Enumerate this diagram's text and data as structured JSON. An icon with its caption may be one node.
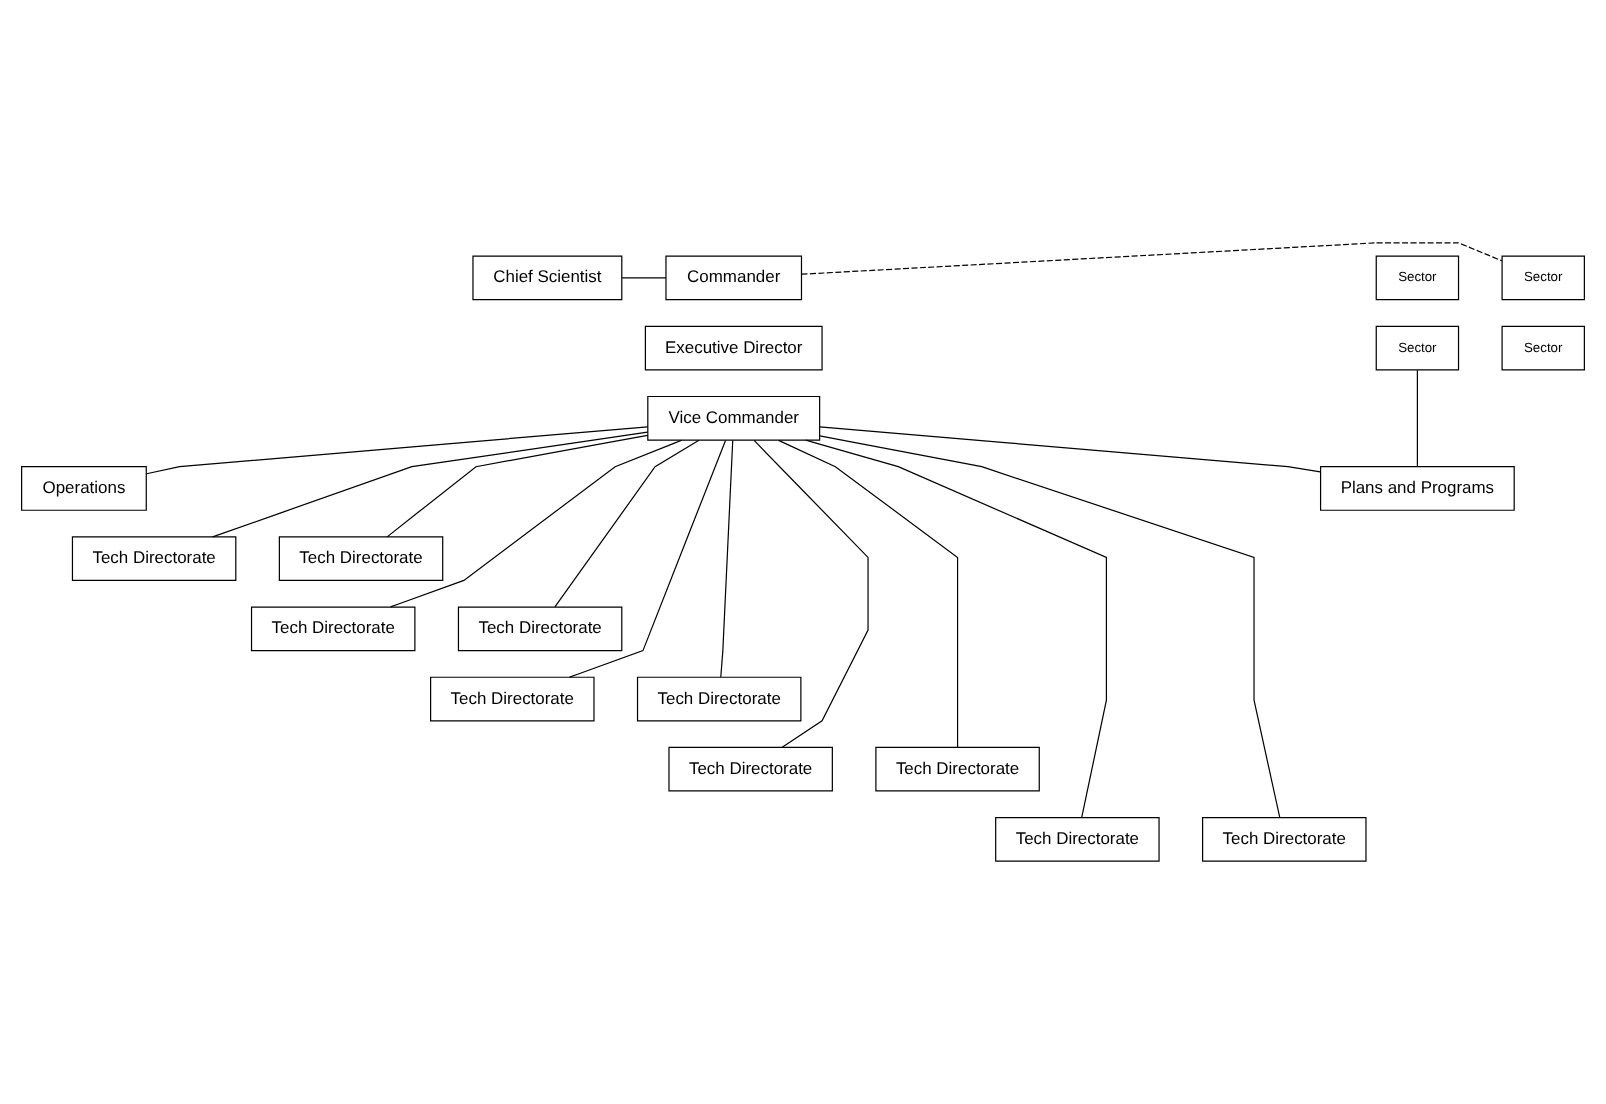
{
  "diagram": {
    "nodes": [
      {
        "text": [
          "Chief Scientist"
        ]
      },
      {
        "text": [
          "Commander"
        ]
      },
      {
        "text": [
          "Executive Director"
        ]
      },
      {
        "text": [
          "Vice Commander"
        ]
      },
      {
        "text": [
          "Sector"
        ]
      },
      {
        "text": [
          "Sector"
        ]
      },
      {
        "text": [
          "Sector"
        ]
      },
      {
        "text": [
          "Sector"
        ]
      },
      {
        "text": [
          "Operations"
        ]
      },
      {
        "text": [
          "Plans and Programs"
        ]
      },
      {
        "text": [
          "Tech Directorate"
        ]
      },
      {
        "text": [
          "Tech Directorate"
        ]
      },
      {
        "text": [
          "Tech Directorate"
        ]
      },
      {
        "text": [
          "Tech Directorate"
        ]
      },
      {
        "text": [
          "Tech Directorate"
        ]
      },
      {
        "text": [
          "Tech Directorate"
        ]
      },
      {
        "text": [
          "Tech Directorate"
        ]
      },
      {
        "text": [
          "Tech Directorate"
        ]
      },
      {
        "text": [
          "Tech Directorate"
        ]
      },
      {
        "text": [
          "Tech Directorate"
        ]
      }
    ],
    "edges": [
      {
        "from": 0,
        "to": 1,
        "arrow": "none"
      },
      {
        "from": 1,
        "to": 4,
        "arrow": "none",
        "style": "dashed"
      },
      {
        "from": 7,
        "to": 9,
        "arrow": "none"
      },
      {
        "from": 3,
        "to": 8,
        "arrow": "none"
      },
      {
        "from": 3,
        "to": 9,
        "arrow": "none"
      },
      {
        "from": 3,
        "to": 10,
        "arrow": "none"
      },
      {
        "from": 3,
        "to": 11,
        "arrow": "none"
      },
      {
        "from": 3,
        "to": 12,
        "arrow": "none"
      },
      {
        "from": 3,
        "to": 13,
        "arrow": "none"
      },
      {
        "from": 3,
        "to": 14,
        "arrow": "none"
      },
      {
        "from": 3,
        "to": 15,
        "arrow": "none"
      },
      {
        "from": 3,
        "to": 16,
        "arrow": "none"
      },
      {
        "from": 3,
        "to": 17,
        "arrow": "none"
      },
      {
        "from": 3,
        "to": 18,
        "arrow": "none"
      },
      {
        "from": 3,
        "to": 19,
        "arrow": "none"
      }
    ]
  }
}
